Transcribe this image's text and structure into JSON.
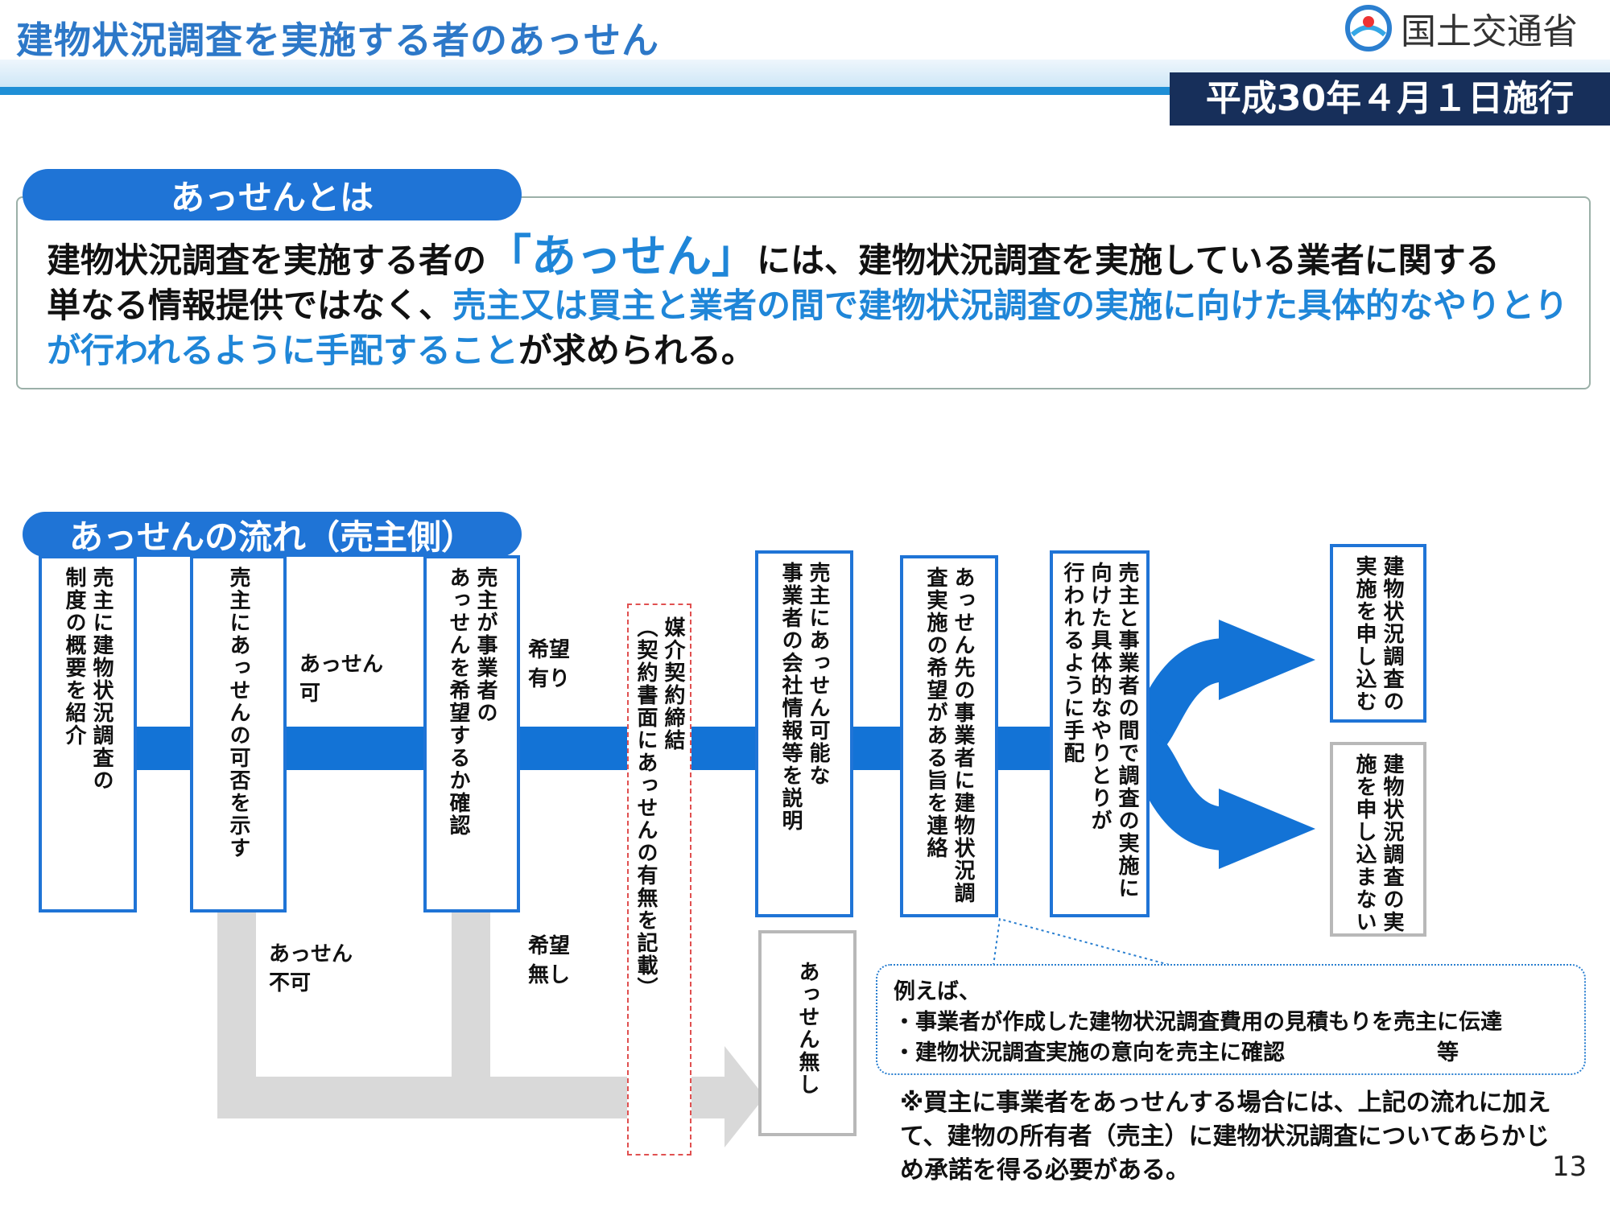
{
  "header": {
    "title": "建物状況調査を実施する者のあっせん",
    "logo_text": "国土交通省",
    "enforcement_date": "平成30年４月１日施行"
  },
  "definition": {
    "heading": "あっせんとは",
    "text_1": "建物状況調査を実施する者の",
    "text_2": "「あっせん」",
    "text_3": "には、建物状況調査を実施している業者に関する",
    "text_4": "単なる情報提供ではなく、",
    "text_5": "売主又は買主と業者の間で建物状況調査の実施に向けた具体的なやりとりが行われるように手配すること",
    "text_6": "が求められる。"
  },
  "flow": {
    "heading": "あっせんの流れ（売主側）",
    "box1": [
      "売主に建物状況調査の",
      "制度の概要を紹介"
    ],
    "box2": [
      "売主にあっせんの可否を示す"
    ],
    "box3": [
      "売主が事業者の",
      "あっせんを希望するか確認"
    ],
    "box4": [
      "媒介契約締結",
      "（契約書面にあっせんの有無を記載）"
    ],
    "box5": [
      "売主にあっせん可能な",
      "事業者の会社情報等を説明"
    ],
    "box6": [
      "あっせん先の事業者に建物状況調",
      "査実施の希望がある旨を連絡"
    ],
    "box7": [
      "売主と事業者の間で調査の実施に",
      "向けた具体的なやりとりが",
      "行われるように手配"
    ],
    "box8": [
      "建物状況調査の",
      "実施を申し込む"
    ],
    "box9": [
      "建物状況調査の実",
      "施を申し込まない"
    ],
    "box_none": [
      "あっせん無し"
    ],
    "label_ok": [
      "あっせん",
      "可"
    ],
    "label_ng": [
      "あっせん",
      "不可"
    ],
    "label_yes": [
      "希望",
      "有り"
    ],
    "label_no": [
      "希望",
      "無し"
    ]
  },
  "callout": {
    "lines": [
      "例えば、",
      "・事業者が作成した建物状況調査費用の見積もりを売主に伝達",
      "・建物状況調査実施の意向を売主に確認　　　　　　　等"
    ]
  },
  "note": {
    "lines": [
      "※買主に事業者をあっせんする場合には、上記の流れに加え",
      "て、建物の所有者（売主）に建物状況調査についてあらかじ",
      "め承諾を得る必要がある。"
    ]
  },
  "page_number": "13",
  "colors": {
    "accent_blue": "#1f74d6",
    "title_blue": "#2d78c8",
    "navy": "#172f5a",
    "gray_path": "#d9d9d9"
  }
}
